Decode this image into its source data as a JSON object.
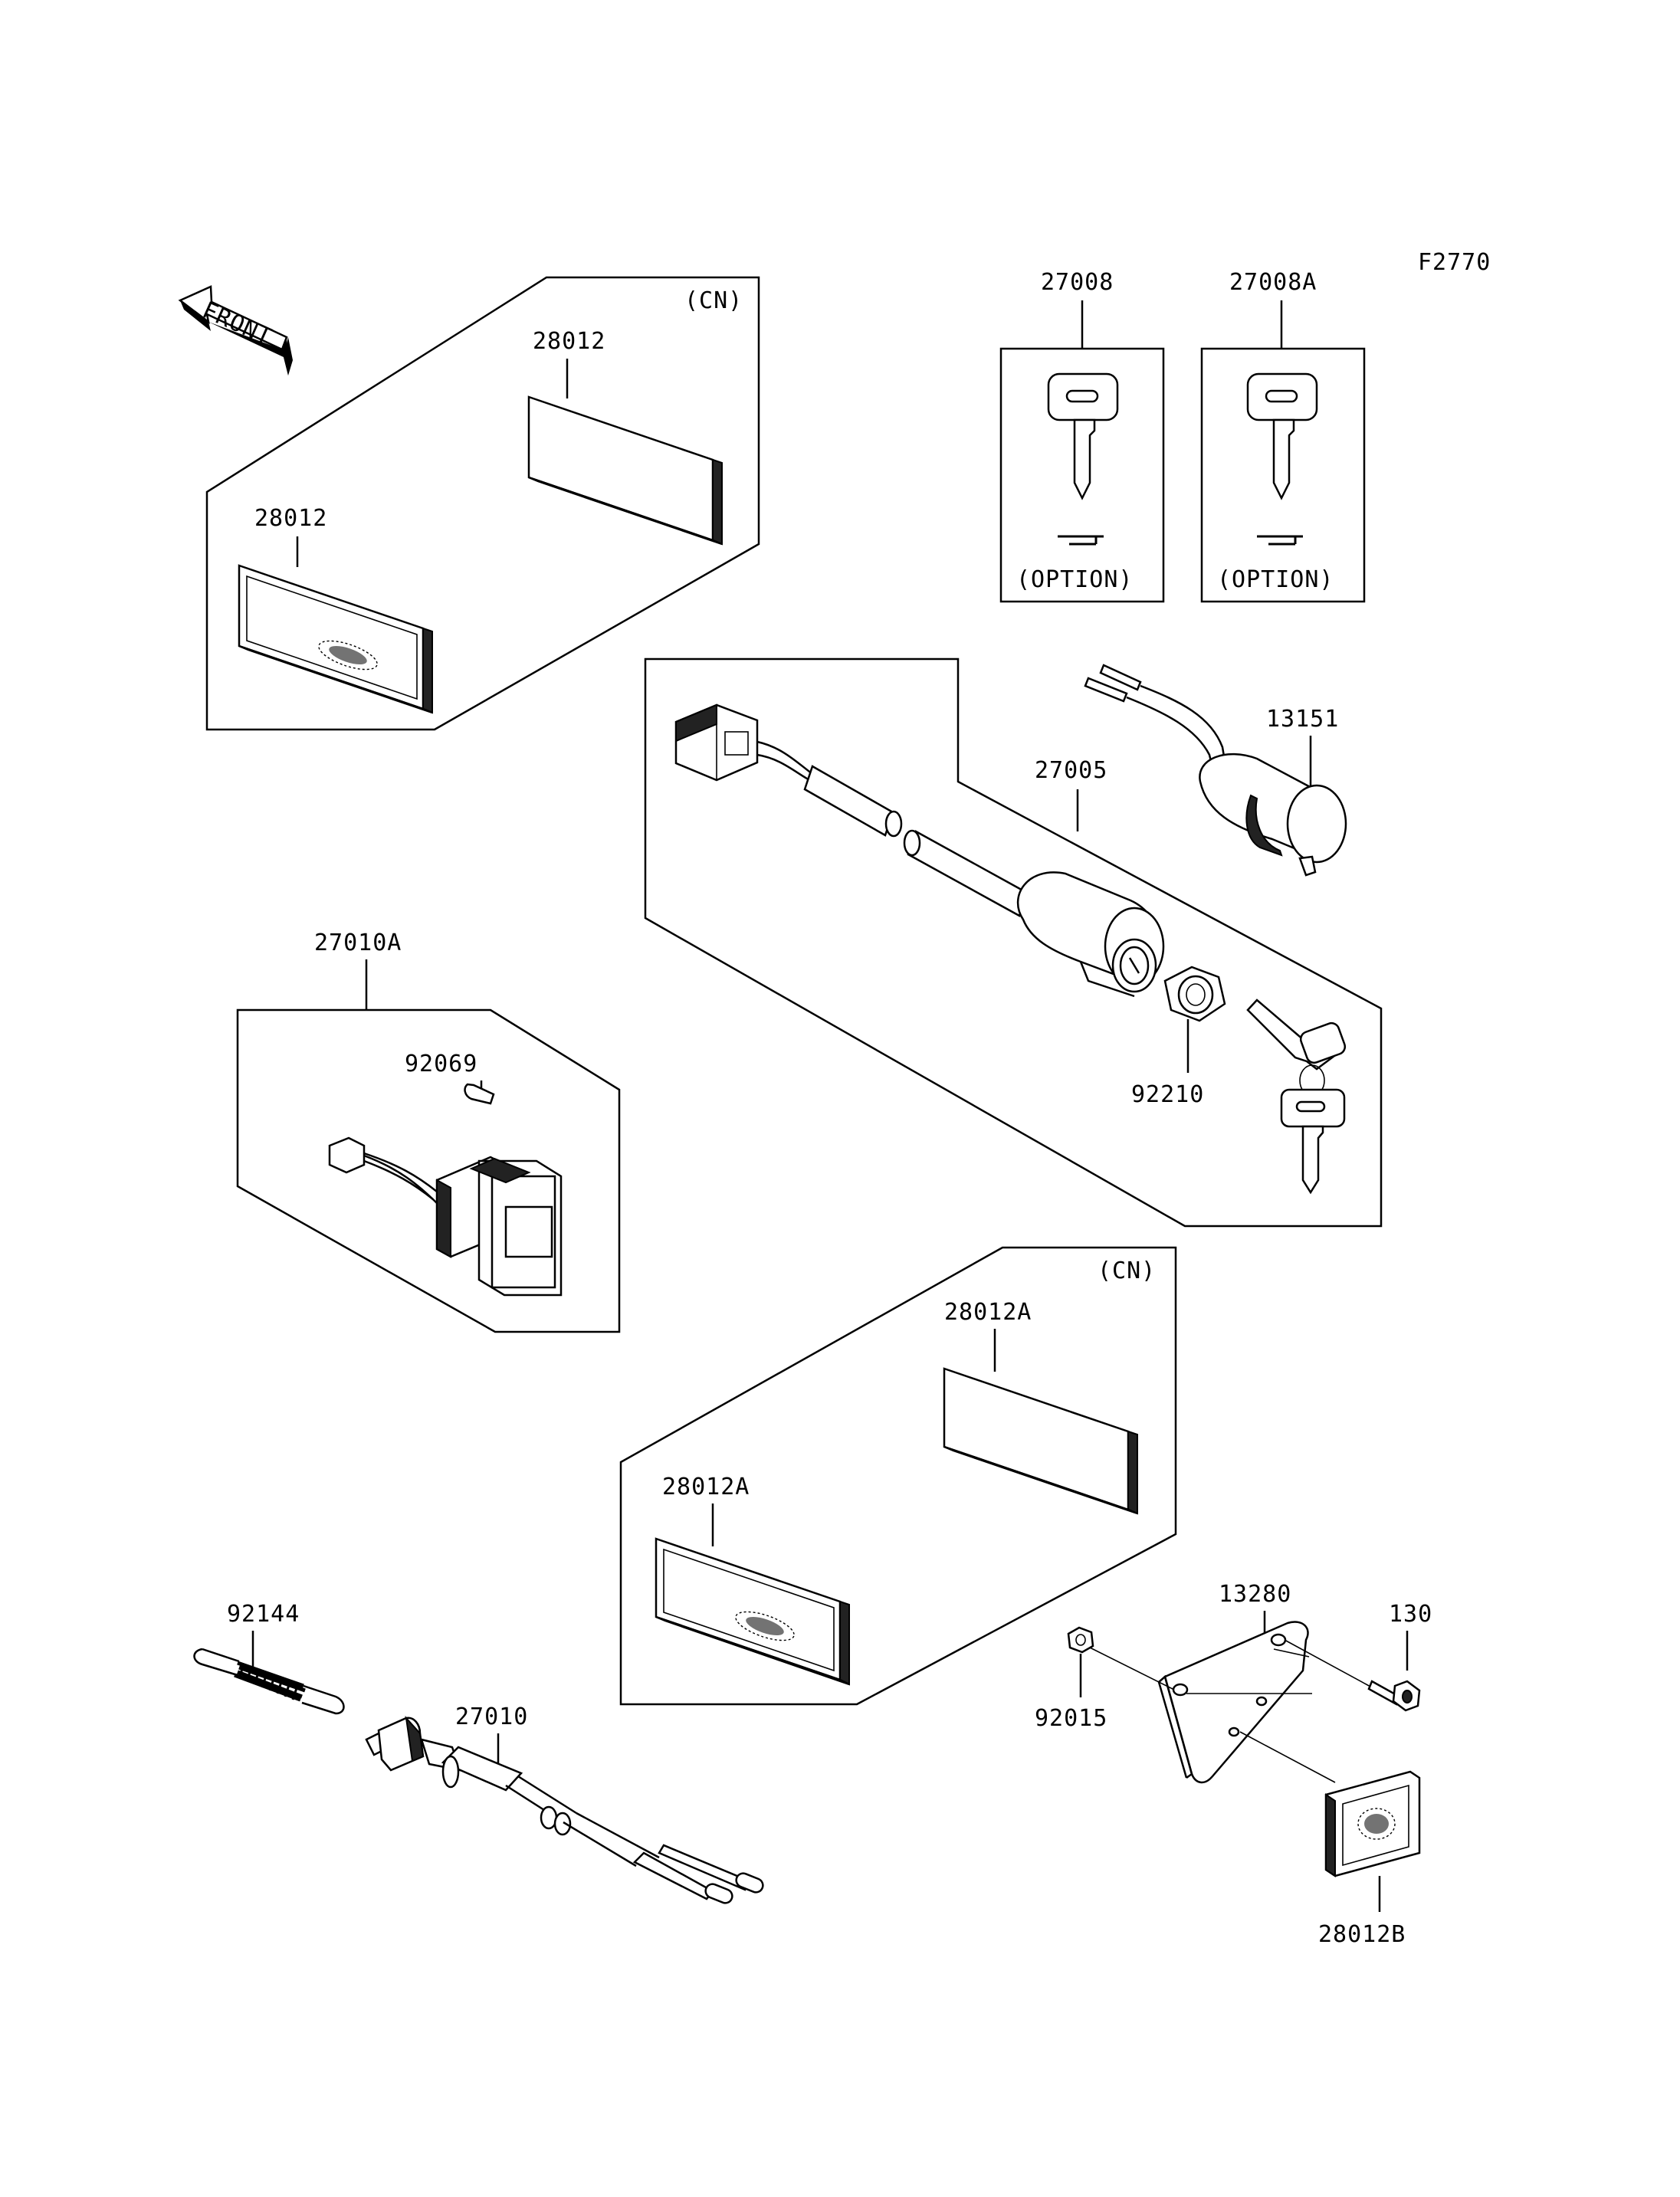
{
  "diagram_code": "F2770",
  "front_arrow": "FRONT",
  "labels": {
    "l28012_top": "28012",
    "l28012_bottom": "28012",
    "cn_top": "(CN)",
    "l27008": "27008",
    "l27008a": "27008A",
    "option_left": "(OPTION)",
    "option_right": "(OPTION)",
    "l13151": "13151",
    "l27005": "27005",
    "l92210": "92210",
    "l27010a": "27010A",
    "l92069": "92069",
    "cn_mid": "(CN)",
    "l28012a_top": "28012A",
    "l28012a_bottom": "28012A",
    "l13280": "13280",
    "l130": "130",
    "l92015": "92015",
    "l28012b": "28012B",
    "l92144": "92144",
    "l27010": "27010"
  }
}
